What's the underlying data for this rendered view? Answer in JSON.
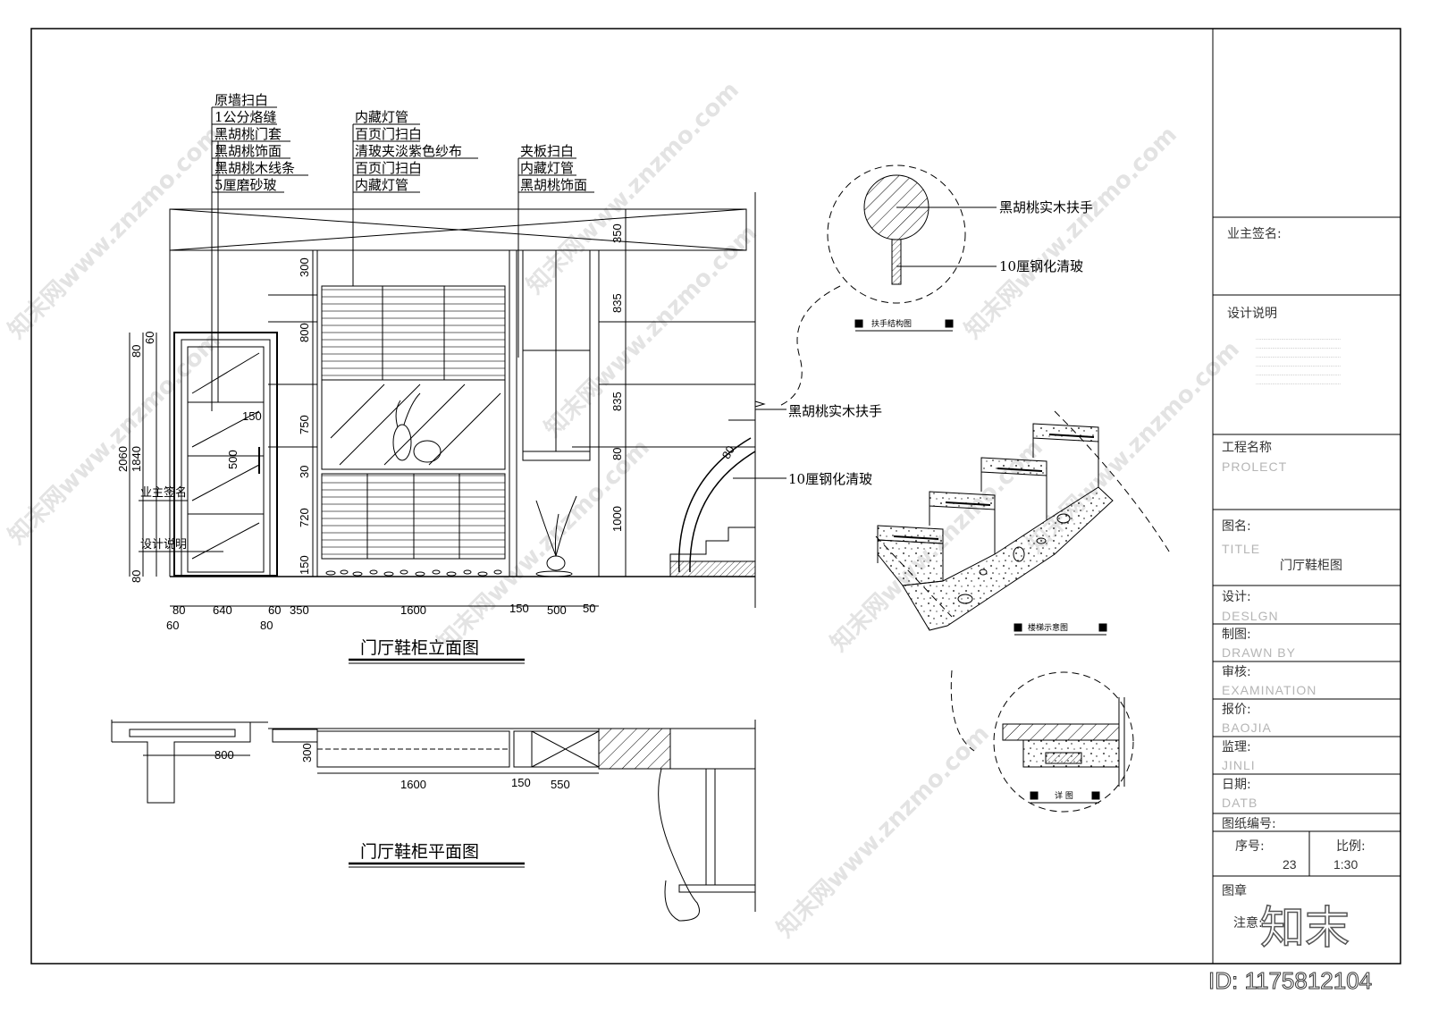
{
  "elevation": {
    "title": "门厅鞋柜立面图",
    "notes_left": [
      "原墙扫白",
      "1公分烙缝",
      "黑胡桃门套",
      "黑胡桃饰面",
      "黑胡桃木线条",
      "5厘磨砂玻"
    ],
    "notes_mid": [
      "内藏灯管",
      "百页门扫白",
      "清玻夹淡紫色纱布",
      "百页门扫白",
      "内藏灯管"
    ],
    "notes_right": [
      "夹板扫白",
      "内藏灯管",
      "黑胡桃饰面"
    ],
    "rail_label": "黑胡桃实木扶手",
    "glass_label": "10厘钢化清玻",
    "left_dims": {
      "d80a": "80",
      "d60": "60",
      "d2060": "2060",
      "d1840": "1840",
      "d80b": "80"
    },
    "door_dims": {
      "d150": "150",
      "d500": "500"
    },
    "cab_dims": {
      "d300": "300",
      "d800": "800",
      "d750": "750",
      "d30": "30",
      "d720": "720",
      "d150": "150"
    },
    "right_dims": {
      "d350": "350",
      "d835a": "835",
      "d835b": "835",
      "d80": "80",
      "d1000": "1000"
    },
    "angle_dim": "80",
    "bottom_row1": [
      "80",
      "640",
      "60",
      "350",
      "1600",
      "150",
      "500",
      "50"
    ],
    "bottom_row2": [
      "60",
      "80"
    ],
    "inset_sign": "业主签名",
    "inset_desc": "设计说明"
  },
  "plan": {
    "title": "门厅鞋柜平面图",
    "dims": {
      "d800": "800",
      "d300": "300",
      "d1600": "1600",
      "d150": "150",
      "d550": "550"
    }
  },
  "handrail_detail": {
    "rail_label": "黑胡桃实木扶手",
    "glass_label": "10厘钢化清玻",
    "title": "扶手结构图"
  },
  "stair_detail": {
    "title": "楼梯示意图"
  },
  "section_detail": {
    "title": "详 图"
  },
  "title_block": {
    "owner_sign": "业主签名:",
    "design_notes": "设计说明",
    "project_label": "工程名称",
    "project_en": "PROLECT",
    "title_label": "图名:",
    "title_en": "TITLE",
    "title_value": "门厅鞋柜图",
    "design_label": "设计:",
    "design_en": "DESLGN",
    "drawn_label": "制图:",
    "drawn_en": "DRAWN BY",
    "exam_label": "审核:",
    "exam_en": "EXAMINATION",
    "price_label": "报价:",
    "price_en": "BAOJIA",
    "supervise_label": "监理:",
    "supervise_en": "JINLI",
    "date_label": "日期:",
    "date_en": "DATB",
    "drawing_no": "图纸编号:",
    "seq_label": "序号:",
    "seq_value": "23",
    "scale_label": "比例:",
    "scale_value": "1:30",
    "stamp_label": "图章",
    "note_prefix": "注意:"
  },
  "watermark": {
    "text": "知末网www.znzmo.com",
    "logo": "知末",
    "id": "ID: 1175812104"
  }
}
